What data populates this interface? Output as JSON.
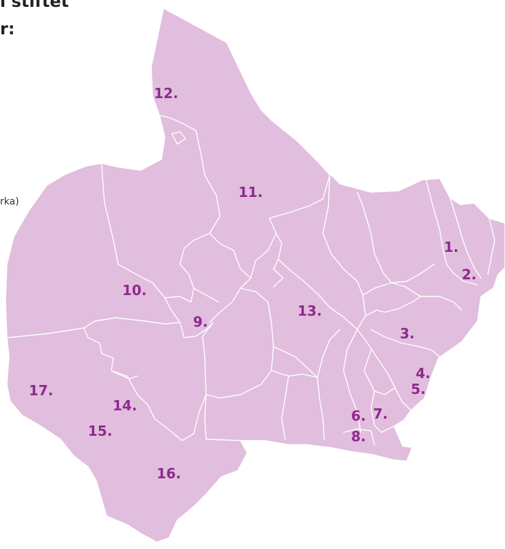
{
  "heading": {
    "line1": "i stiftet",
    "line2": "r:"
  },
  "side_text": "rka)",
  "colors": {
    "region_fill": "#e1bedd",
    "border": "#ffffff",
    "label": "#8e2a8e",
    "heading": "#222222"
  },
  "regions": [
    {
      "id": "1",
      "label": "1."
    },
    {
      "id": "2",
      "label": "2."
    },
    {
      "id": "3",
      "label": "3."
    },
    {
      "id": "4",
      "label": "4."
    },
    {
      "id": "5",
      "label": "5."
    },
    {
      "id": "6",
      "label": "6."
    },
    {
      "id": "7",
      "label": "7."
    },
    {
      "id": "8",
      "label": "8."
    },
    {
      "id": "9",
      "label": "9."
    },
    {
      "id": "10",
      "label": "10."
    },
    {
      "id": "11",
      "label": "11."
    },
    {
      "id": "12",
      "label": "12."
    },
    {
      "id": "13",
      "label": "13."
    },
    {
      "id": "14",
      "label": "14."
    },
    {
      "id": "15",
      "label": "15."
    },
    {
      "id": "16",
      "label": "16."
    },
    {
      "id": "17",
      "label": "17."
    }
  ]
}
